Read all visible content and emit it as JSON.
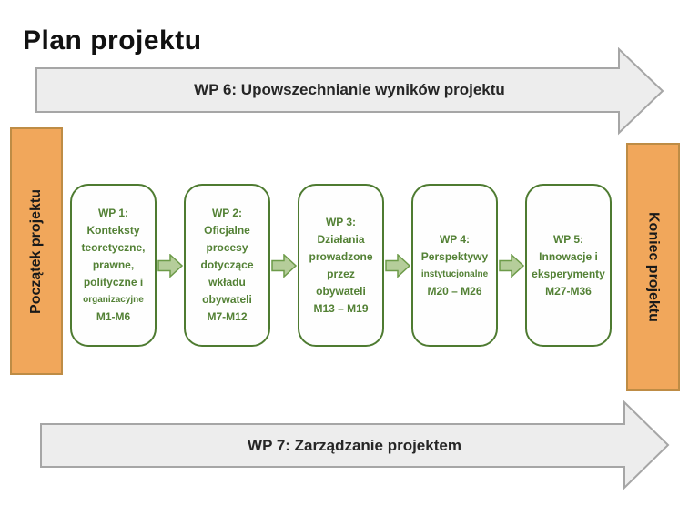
{
  "title": "Plan projektu",
  "colors": {
    "orange_fill": "#F1A75B",
    "orange_border": "#BE8C45",
    "big_arrow_fill": "#EDEDED",
    "big_arrow_border": "#A6A6A6",
    "green_border": "#4E7B31",
    "green_text": "#538135",
    "small_arrow_fill": "#B5CD9A",
    "small_arrow_border": "#6D9B49",
    "title_text": "#111111"
  },
  "top_arrow": {
    "label": "WP 6: Upowszechnianie wyników projektu"
  },
  "bottom_arrow": {
    "label": "WP 7: Zarządzanie projektem"
  },
  "left_bar": {
    "label": "Początek projektu"
  },
  "right_bar": {
    "label": "Koniec projektu"
  },
  "boxes": [
    {
      "id": "wp1",
      "lines": [
        {
          "text": "WP 1:"
        },
        {
          "text": "Konteksty"
        },
        {
          "text": "teoretyczne,"
        },
        {
          "text": "prawne,"
        },
        {
          "text": "polityczne i"
        },
        {
          "text": "organizacyjne",
          "size": "small"
        },
        {
          "text": "M1-M6"
        }
      ]
    },
    {
      "id": "wp2",
      "lines": [
        {
          "text": "WP 2:"
        },
        {
          "text": "Oficjalne"
        },
        {
          "text": "procesy"
        },
        {
          "text": "dotyczące"
        },
        {
          "text": "wkładu"
        },
        {
          "text": "obywateli"
        },
        {
          "text": "M7-M12"
        }
      ]
    },
    {
      "id": "wp3",
      "lines": [
        {
          "text": "WP 3:"
        },
        {
          "text": "Działania"
        },
        {
          "text": "prowadzone"
        },
        {
          "text": "przez"
        },
        {
          "text": "obywateli"
        },
        {
          "text": "M13 – M19"
        }
      ]
    },
    {
      "id": "wp4",
      "lines": [
        {
          "text": "WP 4:"
        },
        {
          "text": "Perspektywy"
        },
        {
          "text": "instytucjonalne",
          "size": "small"
        },
        {
          "text": "M20 – M26"
        }
      ]
    },
    {
      "id": "wp5",
      "lines": [
        {
          "text": "WP 5:"
        },
        {
          "text": "Innowacje i"
        },
        {
          "text": "eksperymenty"
        },
        {
          "text": "M27-M36"
        }
      ]
    }
  ]
}
